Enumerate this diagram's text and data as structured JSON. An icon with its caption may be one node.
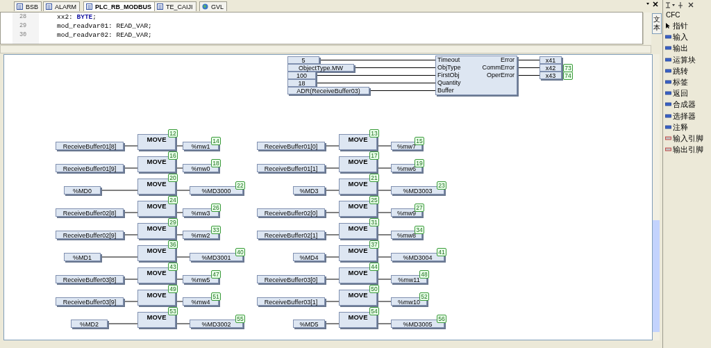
{
  "diagram": {
    "nodes": [
      {
        "text": [
          "5"
        ]
      },
      {
        "text": [
          "ObjectType.MW"
        ]
      },
      {
        "text": [
          "100"
        ]
      },
      {
        "text": [
          "18"
        ]
      },
      {
        "text": [
          "ADR(ReceiveBuffer03)"
        ]
      },
      {
        "text": [
          "Timeout",
          "ObjType",
          "FirstObj",
          "Quantity",
          "Buffer",
          "Error",
          "CommError",
          "OperError"
        ]
      },
      {
        "text": [
          "x41"
        ]
      },
      {
        "text": [
          "x42"
        ],
        "beside": [
          "73"
        ]
      },
      {
        "text": [
          "x43"
        ],
        "beside": [
          "74"
        ]
      },
      {
        "text": [
          "ReceiveBuffer01[8]"
        ]
      },
      {
        "text": [
          "MOVE"
        ],
        "beside": [
          "12"
        ]
      },
      {
        "text": [
          "%mw1"
        ],
        "beside": [
          "14"
        ]
      },
      {
        "text": [
          "ReceiveBuffer01[0]"
        ]
      },
      {
        "text": [
          "MOVE"
        ],
        "beside": [
          "13"
        ]
      },
      {
        "text": [
          "%mw7"
        ],
        "beside": [
          "15"
        ]
      },
      {
        "text": [
          "ReceiveBuffer01[9]"
        ]
      },
      {
        "text": [
          "MOVE"
        ],
        "beside": [
          "16"
        ]
      },
      {
        "text": [
          "%mw0"
        ],
        "beside": [
          "18"
        ]
      },
      {
        "text": [
          "ReceiveBuffer01[1]"
        ]
      },
      {
        "text": [
          "MOVE"
        ],
        "beside": [
          "17"
        ]
      },
      {
        "text": [
          "%mw6"
        ],
        "beside": [
          "19"
        ]
      },
      {
        "text": [
          "%MD0"
        ]
      },
      {
        "text": [
          "MOVE"
        ],
        "beside": [
          "20"
        ]
      },
      {
        "text": [
          "%MD3000"
        ],
        "beside": [
          "22"
        ]
      },
      {
        "text": [
          "%MD3"
        ]
      },
      {
        "text": [
          "MOVE"
        ],
        "beside": [
          "21"
        ]
      },
      {
        "text": [
          "%MD3003"
        ],
        "beside": [
          "23"
        ]
      },
      {
        "text": [
          "ReceiveBuffer02[8]"
        ]
      },
      {
        "text": [
          "MOVE"
        ],
        "beside": [
          "24"
        ]
      },
      {
        "text": [
          "%mw3"
        ],
        "beside": [
          "26"
        ]
      },
      {
        "text": [
          "ReceiveBuffer02[0]"
        ]
      },
      {
        "text": [
          "MOVE"
        ],
        "beside": [
          "25"
        ]
      },
      {
        "text": [
          "%mw9"
        ],
        "beside": [
          "27"
        ]
      },
      {
        "text": [
          "ReceiveBuffer02[9]"
        ]
      },
      {
        "text": [
          "MOVE"
        ],
        "beside": [
          "29"
        ]
      },
      {
        "text": [
          "%mw2"
        ],
        "beside": [
          "33"
        ]
      },
      {
        "text": [
          "ReceiveBuffer02[1]"
        ]
      },
      {
        "text": [
          "MOVE"
        ],
        "beside": [
          "31"
        ]
      },
      {
        "text": [
          "%mw8"
        ],
        "beside": [
          "34"
        ]
      },
      {
        "text": [
          "%MD1"
        ]
      },
      {
        "text": [
          "MOVE"
        ],
        "beside": [
          "36"
        ]
      },
      {
        "text": [
          "%MD3001"
        ],
        "beside": [
          "40"
        ]
      },
      {
        "text": [
          "%MD4"
        ]
      },
      {
        "text": [
          "MOVE"
        ],
        "beside": [
          "37"
        ]
      },
      {
        "text": [
          "%MD3004"
        ],
        "beside": [
          "41"
        ]
      },
      {
        "text": [
          "ReceiveBuffer03[8]"
        ]
      },
      {
        "text": [
          "MOVE"
        ],
        "beside": [
          "43"
        ]
      },
      {
        "text": [
          "%mw5"
        ],
        "beside": [
          "47"
        ]
      },
      {
        "text": [
          "ReceiveBuffer03[0]"
        ]
      },
      {
        "text": [
          "MOVE"
        ],
        "beside": [
          "44"
        ]
      },
      {
        "text": [
          "%mw11"
        ],
        "beside": [
          "48"
        ]
      },
      {
        "text": [
          "ReceiveBuffer03[9]"
        ]
      },
      {
        "text": [
          "MOVE"
        ],
        "beside": [
          "49"
        ]
      },
      {
        "text": [
          "%mw4"
        ],
        "beside": [
          "51"
        ]
      },
      {
        "text": [
          "ReceiveBuffer03[1]"
        ]
      },
      {
        "text": [
          "MOVE"
        ],
        "beside": [
          "50"
        ]
      },
      {
        "text": [
          "%mw10"
        ],
        "beside": [
          "52"
        ]
      },
      {
        "text": [
          "%MD2"
        ]
      },
      {
        "text": [
          "MOVE"
        ],
        "beside": [
          "53"
        ]
      },
      {
        "text": [
          "%MD3002"
        ],
        "beside": [
          "55"
        ]
      },
      {
        "text": [
          "%MD5"
        ]
      },
      {
        "text": [
          "MOVE"
        ],
        "beside": [
          "54"
        ]
      },
      {
        "text": [
          "%MD3005"
        ],
        "beside": [
          "56"
        ]
      }
    ],
    "edges": [
      {
        "from": 0,
        "to": 5,
        "arrow": "none"
      },
      {
        "from": 1,
        "to": 5,
        "arrow": "none"
      },
      {
        "from": 2,
        "to": 5,
        "arrow": "none"
      },
      {
        "from": 3,
        "to": 5,
        "arrow": "none"
      },
      {
        "from": 4,
        "to": 5,
        "arrow": "none"
      },
      {
        "from": 5,
        "to": 6,
        "arrow": "none"
      },
      {
        "from": 5,
        "to": 7,
        "arrow": "none"
      },
      {
        "from": 5,
        "to": 8,
        "arrow": "none"
      },
      {
        "from": 9,
        "to": 10,
        "arrow": "none"
      },
      {
        "from": 10,
        "to": 11,
        "arrow": "none"
      },
      {
        "from": 12,
        "to": 13,
        "arrow": "none"
      },
      {
        "from": 13,
        "to": 14,
        "arrow": "none"
      },
      {
        "from": 15,
        "to": 16,
        "arrow": "none"
      },
      {
        "from": 16,
        "to": 17,
        "arrow": "none"
      },
      {
        "from": 18,
        "to": 19,
        "arrow": "none"
      },
      {
        "from": 19,
        "to": 20,
        "arrow": "none"
      },
      {
        "from": 21,
        "to": 22,
        "arrow": "none"
      },
      {
        "from": 22,
        "to": 23,
        "arrow": "none"
      },
      {
        "from": 24,
        "to": 25,
        "arrow": "none"
      },
      {
        "from": 25,
        "to": 26,
        "arrow": "none"
      },
      {
        "from": 27,
        "to": 28,
        "arrow": "none"
      },
      {
        "from": 28,
        "to": 29,
        "arrow": "none"
      },
      {
        "from": 30,
        "to": 31,
        "arrow": "none"
      },
      {
        "from": 31,
        "to": 32,
        "arrow": "none"
      },
      {
        "from": 33,
        "to": 34,
        "arrow": "none"
      },
      {
        "from": 34,
        "to": 35,
        "arrow": "none"
      },
      {
        "from": 36,
        "to": 37,
        "arrow": "none"
      },
      {
        "from": 37,
        "to": 38,
        "arrow": "none"
      },
      {
        "from": 39,
        "to": 40,
        "arrow": "none"
      },
      {
        "from": 40,
        "to": 41,
        "arrow": "none"
      },
      {
        "from": 42,
        "to": 43,
        "arrow": "none"
      },
      {
        "from": 43,
        "to": 44,
        "arrow": "none"
      },
      {
        "from": 45,
        "to": 46,
        "arrow": "none"
      },
      {
        "from": 46,
        "to": 47,
        "arrow": "none"
      },
      {
        "from": 48,
        "to": 49,
        "arrow": "none"
      },
      {
        "from": 49,
        "to": 50,
        "arrow": "none"
      },
      {
        "from": 51,
        "to": 52,
        "arrow": "none"
      },
      {
        "from": 52,
        "to": 53,
        "arrow": "none"
      },
      {
        "from": 54,
        "to": 55,
        "arrow": "none"
      },
      {
        "from": 55,
        "to": 56,
        "arrow": "none"
      },
      {
        "from": 57,
        "to": 58,
        "arrow": "none"
      },
      {
        "from": 58,
        "to": 59,
        "arrow": "none"
      },
      {
        "from": 60,
        "to": 61,
        "arrow": "none"
      },
      {
        "from": 61,
        "to": 62,
        "arrow": "none"
      }
    ],
    "labels": [
      "BSB",
      "ALARM",
      "PLC_RB_MODBUS",
      "TE_CAIJI",
      "GVL",
      "28",
      "xx2: **BYTE**;",
      "29",
      "mod_readvar01: READ_VAR;",
      "30",
      "mod_readvar02: READ_VAR;",
      "文本",
      "CFC",
      "指针",
      "输入",
      "输出",
      "运算块",
      "跳转",
      "标签",
      "返回",
      "合成器",
      "选择器",
      "注释",
      "输入引脚",
      "输出引脚"
    ]
  }
}
